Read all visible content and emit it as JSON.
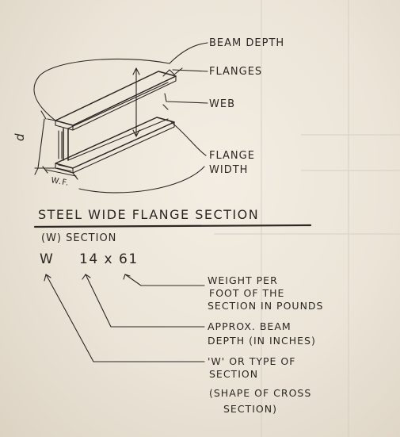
{
  "beam_labels": {
    "beam_depth": "BEAM DEPTH",
    "flanges": "FLANGES",
    "web": "WEB",
    "flange_width_1": "FLANGE",
    "flange_width_2": "WIDTH",
    "dim_d": "d",
    "dim_wf": "W.F."
  },
  "section": {
    "title": "STEEL WIDE FLANGE SECTION",
    "subtitle": "(W) SECTION",
    "designation_type": "W",
    "designation_size": "14 x 61"
  },
  "annotations": {
    "weight": [
      "WEIGHT PER",
      "FOOT OF THE",
      "SECTION  IN POUNDS"
    ],
    "depth": [
      "APPROX. BEAM",
      "DEPTH (IN INCHES)"
    ],
    "type": [
      "'W' OR TYPE OF",
      "SECTION",
      "(SHAPE OF CROSS",
      "SECTION)"
    ]
  }
}
